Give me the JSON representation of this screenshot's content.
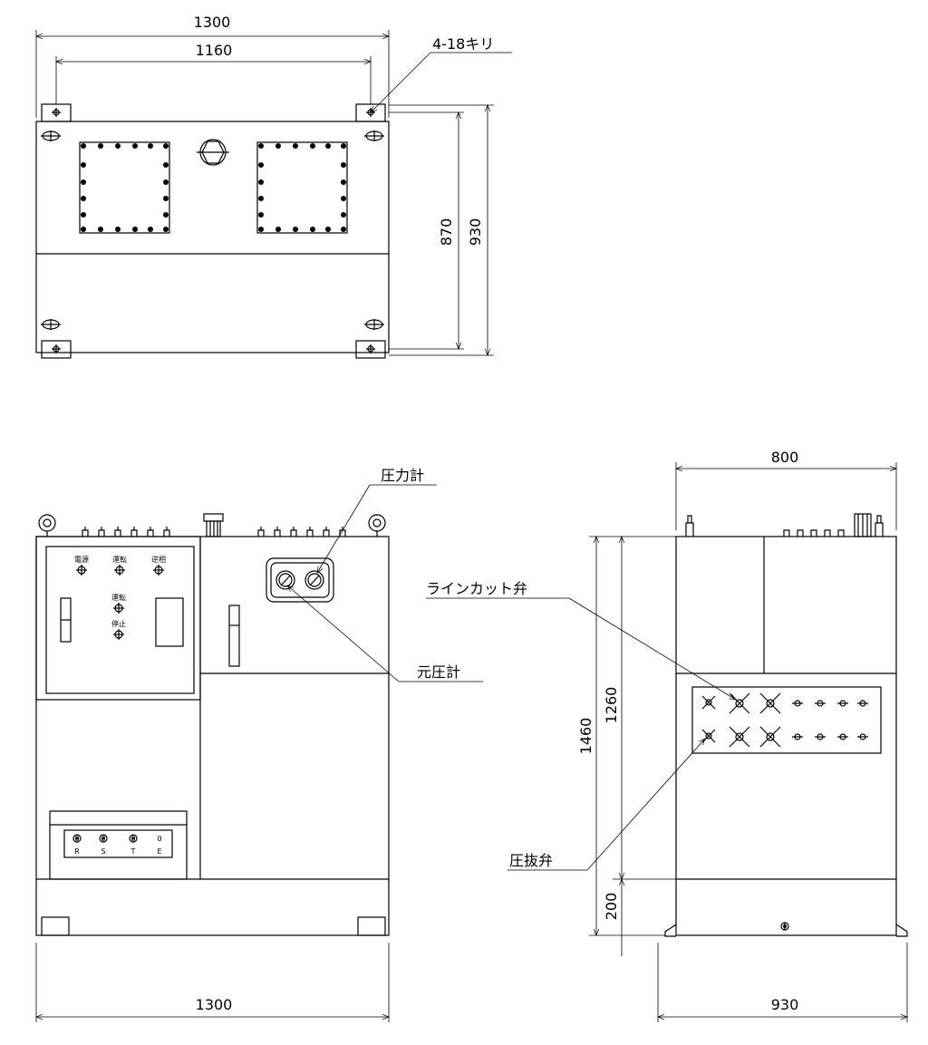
{
  "dimensions": {
    "top_overall_width": "1300",
    "top_hole_pitch": "1160",
    "top_hole_note": "4-18キリ",
    "top_hole_depth_pitch": "870",
    "top_overall_depth": "930",
    "front_overall_width": "1300",
    "side_depth": "800",
    "side_base_width": "930",
    "side_overall_height": "1460",
    "side_tank_height": "1260",
    "side_base_height": "200"
  },
  "callouts": {
    "pressure_gauge": "圧力計",
    "source_pressure_gauge": "元圧計",
    "line_cut_valve": "ラインカット弁",
    "pressure_relief_valve": "圧抜弁"
  },
  "panel_labels": {
    "power": "電源",
    "running_lamp": "運転",
    "reverse_phase": "逆相",
    "run_button": "運転",
    "stop_button": "停止"
  },
  "terminals": {
    "values": [
      "0",
      "0",
      "0",
      "0"
    ],
    "letters": [
      "R",
      "S",
      "T",
      "E"
    ]
  }
}
